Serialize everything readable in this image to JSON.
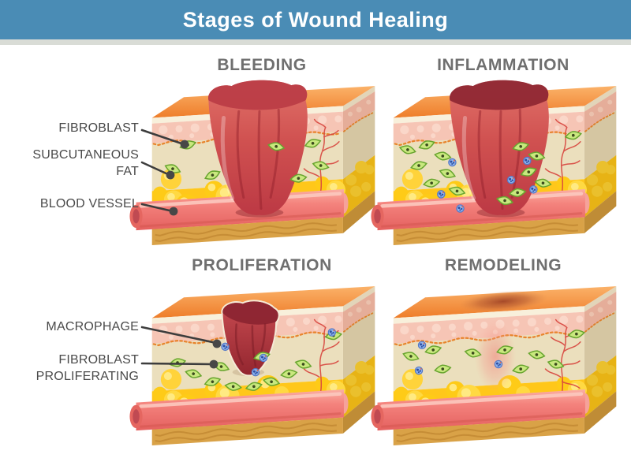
{
  "header": {
    "title": "Stages of Wound Healing",
    "bar_color": "#4A8CB5",
    "underline_color": "#D9DCD6",
    "text_color": "#FFFFFF"
  },
  "panels": [
    {
      "id": "bleeding",
      "title": "BLEEDING"
    },
    {
      "id": "inflammation",
      "title": "INFLAMMATION"
    },
    {
      "id": "proliferation",
      "title": "PROLIFERATION"
    },
    {
      "id": "remodeling",
      "title": "REMODELING"
    }
  ],
  "annotations": [
    {
      "id": "fibroblast",
      "lines": [
        "FIBROBLAST"
      ],
      "points_to": "bleeding"
    },
    {
      "id": "subcutaneous-fat",
      "lines": [
        "SUBCUTANEOUS",
        "FAT"
      ],
      "points_to": "bleeding"
    },
    {
      "id": "blood-vessel",
      "lines": [
        "BLOOD VESSEL"
      ],
      "points_to": "bleeding"
    },
    {
      "id": "macrophage",
      "lines": [
        "MACROPHAGE"
      ],
      "points_to": "proliferation"
    },
    {
      "id": "fibroblast-proliferating",
      "lines": [
        "FIBROBLAST",
        "PROLIFERATING"
      ],
      "points_to": "proliferation"
    }
  ],
  "colors": {
    "heading_text": "#6F6F6F",
    "label_text": "#4A4A4A",
    "leader_line": "#3D3D3D",
    "epidermis_orange": "#EE7D2A",
    "pink_layer": "#F6C5B5",
    "dermis_cream": "#EBDFBD",
    "fat_yellow": "#FFC71A",
    "vessel_pink": "#F4837D",
    "clot_red": "#C6414B",
    "fibroblast_green": "#C9E87E",
    "macrophage_blue": "#8FB4EC",
    "base_tan": "#D9A247"
  }
}
